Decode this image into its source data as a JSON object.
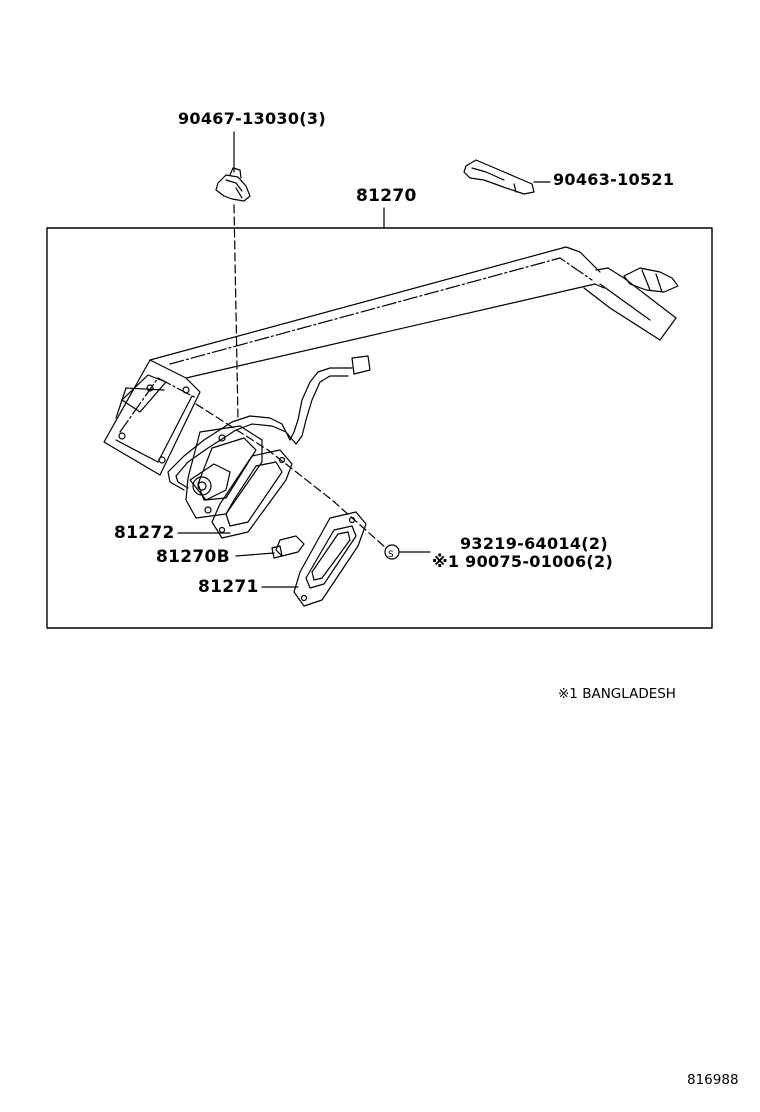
{
  "labels": {
    "clip_top": "90467-13030(3)",
    "clip_right": "90463-10521",
    "assembly": "81270",
    "gasket": "81272",
    "bulb": "81270B",
    "lens": "81271",
    "screw_a": "93219-64014(2)",
    "screw_b": "※1 90075-01006(2)"
  },
  "notes": {
    "region": "※1 BANGLADESH",
    "diagram_number": "816988"
  }
}
